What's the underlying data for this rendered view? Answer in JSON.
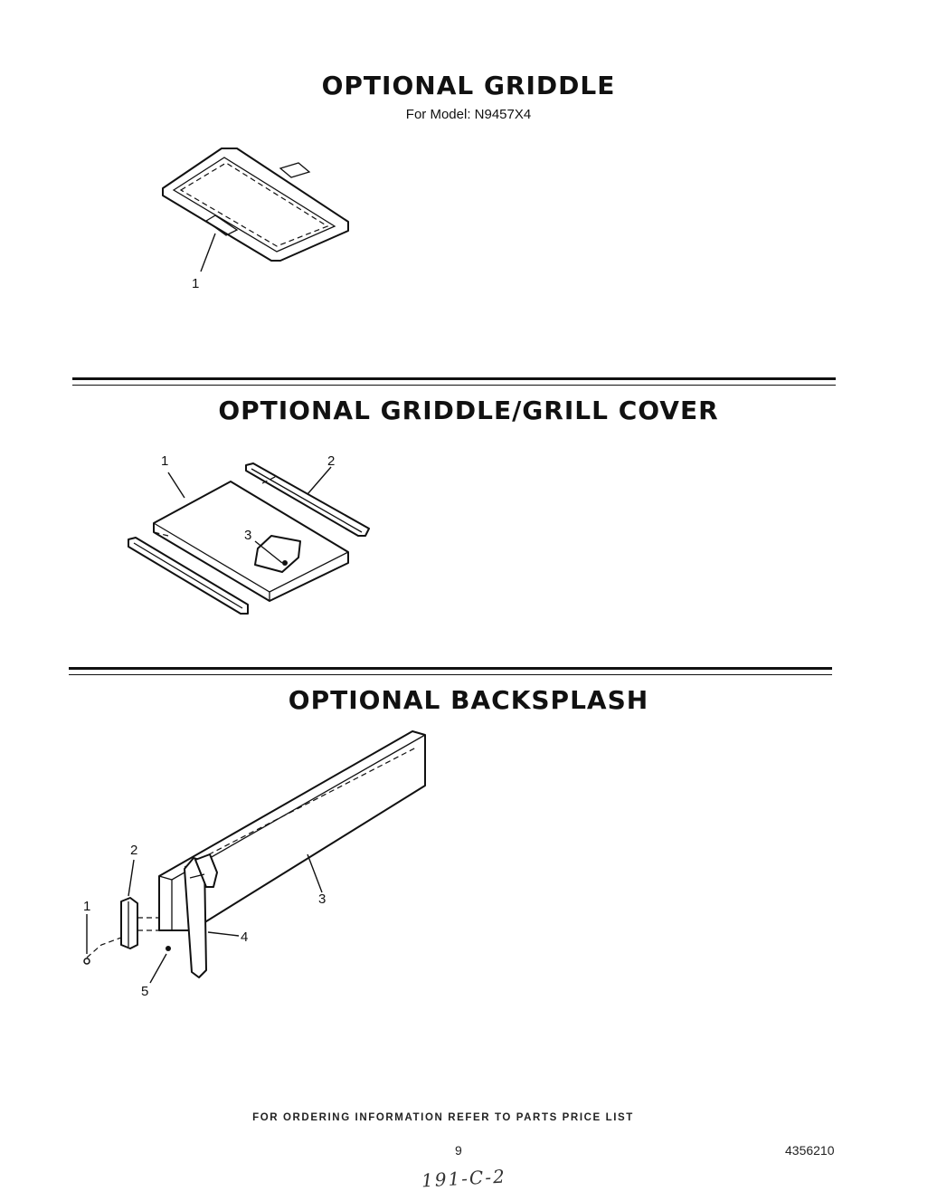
{
  "sections": [
    {
      "title": "OPTIONAL GRIDDLE",
      "subtitle": "For Model: N9457X4",
      "callouts": [
        "1"
      ]
    },
    {
      "title": "OPTIONAL GRIDDLE/GRILL COVER",
      "callouts": [
        "1",
        "2",
        "3"
      ]
    },
    {
      "title": "OPTIONAL BACKSPLASH",
      "callouts": [
        "1",
        "2",
        "3",
        "4",
        "5"
      ]
    }
  ],
  "footer": {
    "ordering_note": "FOR ORDERING INFORMATION REFER TO PARTS PRICE LIST",
    "page_number": "9",
    "document_number": "4356210",
    "handwritten_note": "191-C-2"
  }
}
